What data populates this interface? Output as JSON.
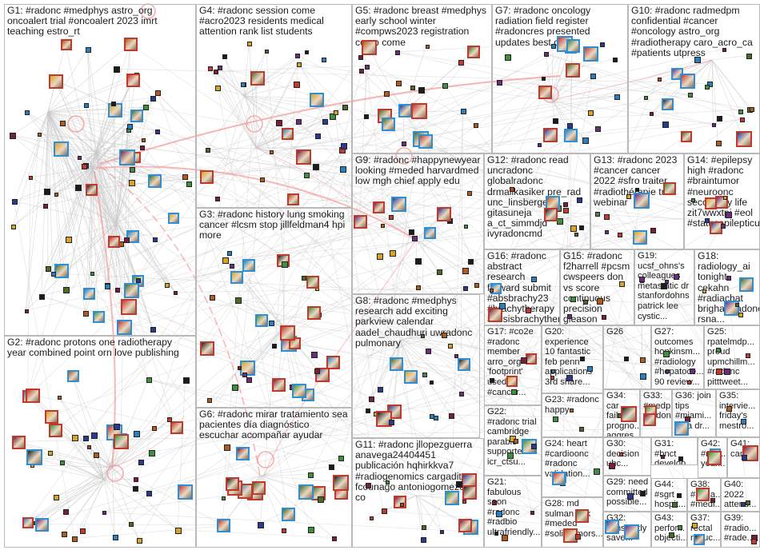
{
  "graph": {
    "accent_edge_color": "#f39b9b",
    "edge_color": "#c9c9c9",
    "node_border_color": "#2d8fd6",
    "groups": [
      {
        "id": "G1",
        "label": "G1: #radonc #medphys astro_org oncoalert trial #oncoalert 2023 imrt teaching estro_rt"
      },
      {
        "id": "G2",
        "label": "G2: #radonc protons one radiotherapy year combined point orn love publishing"
      },
      {
        "id": "G3",
        "label": "G3: #radonc history lung smoking cancer #lcsm stop jillfeldman4 hpi more"
      },
      {
        "id": "G4",
        "label": "G4: #radonc session come #acro2023 residents medical attention rank list students"
      },
      {
        "id": "G5",
        "label": "G5: #radonc breast #medphys early school winter #compws2023 registration comp come"
      },
      {
        "id": "G6",
        "label": "G6: #radonc mirar tratamiento sea pacientes día diagnóstico escuchar acompañar ayudar"
      },
      {
        "id": "G7",
        "label": "G7: #radonc oncology radiation field register #radoncres presented updates best co"
      },
      {
        "id": "G8",
        "label": "G8: #radonc #medphys research add exciting parkview calendar aadel_chaudhuri uwradonc pulmonary"
      },
      {
        "id": "G9",
        "label": "G9: #radonc #happynewyear looking #meded harvardmed low mgh chief apply edu"
      },
      {
        "id": "G10",
        "label": "G10: #radonc radmedpm confidential #cancer #oncology astro_org #radiotherapy caro_acro_ca #patients utpress"
      },
      {
        "id": "G11",
        "label": "G11: #radonc jllopezguerra anavega24404451 publicación hqhirkkva7 #radiogenomics cargaditos fcounago antoniogomezc4 co"
      },
      {
        "id": "G12",
        "label": "G12: #radonc read uncradonc globalradonc drmalikasiker pre_rad unc_linsberger gitasuneja a_ct_simmdjd ivyradoncmd"
      },
      {
        "id": "G13",
        "label": "G13: #radonc 2023 #cancer cancer 2022 #sfro traiter #radiothérapie très webinar"
      },
      {
        "id": "G14",
        "label": "G14: #epilepsy high #radonc #braintumor #neuroonc secondary life zit7wwxtpj #eol #statusepilepticus"
      },
      {
        "id": "G15",
        "label": "G15: #radonc f2harrell #pcsm cwspeers don vs score continuous precision gleason"
      },
      {
        "id": "G16",
        "label": "G16: #radonc abstract research forward submit #absbrachy23 #brachytherapy #thisisbrachytherapy network needle"
      },
      {
        "id": "G17",
        "label": "G17: #co2e #radonc member arro_org 'footprint' used #cancer..."
      },
      {
        "id": "G18",
        "label": "G18: radiology_ai tonight cekahn #radiachat brighamradonc rsna..."
      },
      {
        "id": "G19",
        "label": "G19: ucsf_ohns's colleagues metastatic dr stanfordohns patrick lee cystic..."
      },
      {
        "id": "G20",
        "label": "G20: experience 10 fantastic feb penn applications 3rd share..."
      },
      {
        "id": "G21",
        "label": "G21: fabulous soon #radonc #radbio ultrafriendly..."
      },
      {
        "id": "G22",
        "label": "G22: #radonc trial cambridge parable supported icr_ctsu..."
      },
      {
        "id": "G23",
        "label": "G23: #radonc happy"
      },
      {
        "id": "G24",
        "label": "G24: heart #cardioonc #radonc validation..."
      },
      {
        "id": "G25",
        "label": "G25: rpatelmdp... proud upmchillm... #radonc pitttweet..."
      },
      {
        "id": "G26",
        "label": "G26"
      },
      {
        "id": "G27",
        "label": "G27: outcomes hopkinsm... #radiology #hepatoce... 90 review..."
      },
      {
        "id": "G28",
        "label": "G28: md sulman erik #meded #solidtumors..."
      },
      {
        "id": "G29",
        "label": "G29: need committed possible..."
      },
      {
        "id": "G30",
        "label": "G30: decision uhc..."
      },
      {
        "id": "G31",
        "label": "G31: #bnct develop..."
      },
      {
        "id": "G32",
        "label": "G32: constantly save..."
      },
      {
        "id": "G33",
        "label": "G33: #medp... #radonc"
      },
      {
        "id": "G34",
        "label": "G34: car failures progno... aggres..."
      },
      {
        "id": "G35",
        "label": "G35: intervie... friday's mestro..."
      },
      {
        "id": "G36",
        "label": "G36: join tips #miami... odia dr..."
      },
      {
        "id": "G37",
        "label": "G37: rectal reduc..."
      },
      {
        "id": "G38",
        "label": "G38: #radia... #medi..."
      },
      {
        "id": "G39",
        "label": "G39: #radio... #rade..."
      },
      {
        "id": "G40",
        "label": "G40: 2022 attend..."
      },
      {
        "id": "G41",
        "label": "G41: canc..."
      },
      {
        "id": "G42",
        "label": "G42: #me... year..."
      },
      {
        "id": "G43",
        "label": "G43: perfor... objecti..."
      },
      {
        "id": "G44",
        "label": "G44: #sgrt hospit..."
      }
    ]
  }
}
